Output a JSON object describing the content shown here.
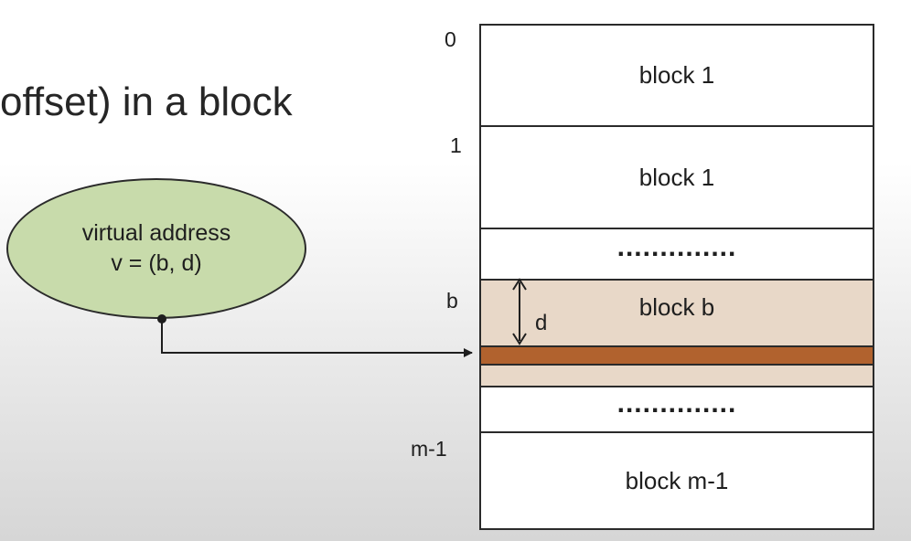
{
  "heading": "offset) in a block",
  "virtual_address": {
    "line1": "virtual address",
    "line2": "v = (b, d)"
  },
  "index_labels": {
    "first": "0",
    "second": "1",
    "block": "b",
    "last": "m-1"
  },
  "blocks": {
    "row1": "block 1",
    "row2": "block 1",
    "gap1": "..............",
    "target": "block b",
    "gap2": "..............",
    "last": "block m-1"
  },
  "offset_label": "d",
  "colors": {
    "ellipse_fill": "#c8dbab",
    "target_block_fill": "#e8d8c8",
    "offset_band_fill": "#b1622e"
  }
}
